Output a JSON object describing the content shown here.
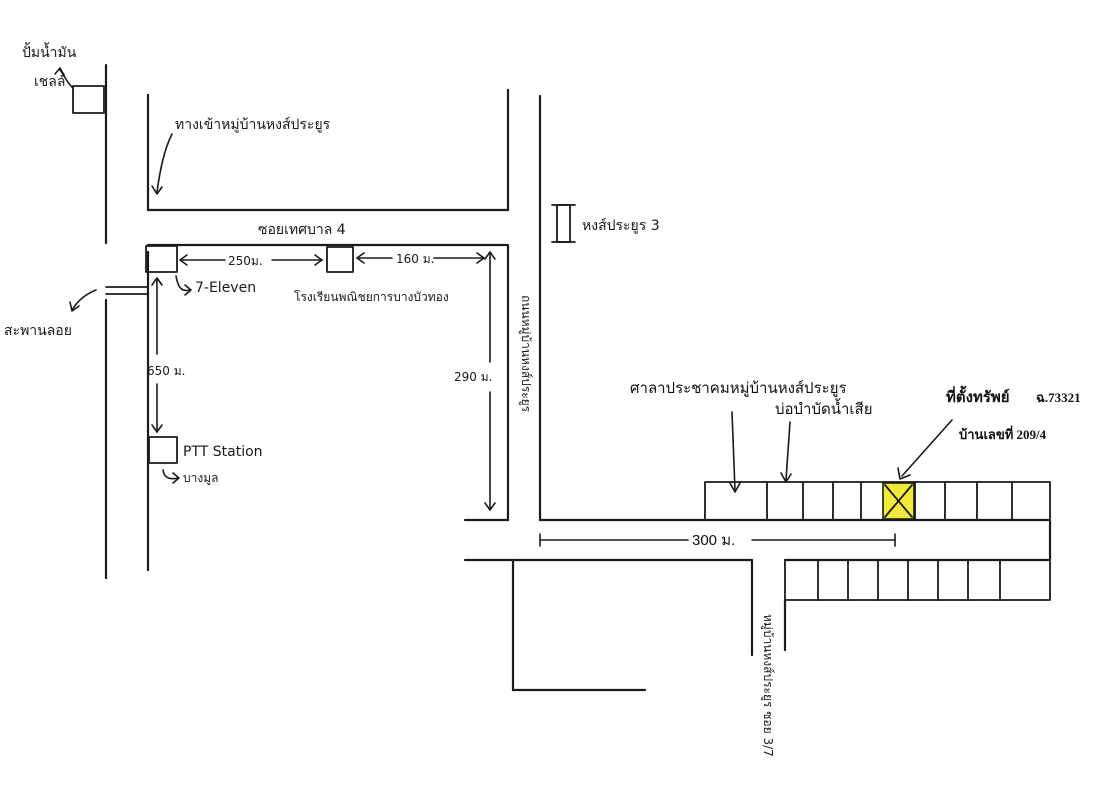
{
  "labels": {
    "gas_station_name": "ปั้มน้ำมัน",
    "gas_station_brand": "เชลล์",
    "village_entrance": "ทางเข้าหมู่บ้านหงส์ประยูร",
    "soi_thesaban": "ซอยเทศบาล 4",
    "hongprayoon3": "หงส์ประยูร 3",
    "seven_eleven": "7-Eleven",
    "school": "โรงเรียนพณิชยการบางบัวทอง",
    "bridge": "สะพานลอย",
    "ptt": "PTT Station",
    "bangmun": "บางมูล",
    "village_road": "ถนนหมู่บ้านหงส์ประยูร",
    "community_hall": "ศาลาประชาคมหมู่บ้านหงส์ประยูร",
    "wastewater": "บ่อบำบัดน้ำเสีย",
    "property_title": "ที่ตั้งทรัพย์",
    "property_code": "ฉ.73321",
    "house_no": "บ้านเลขที่ 209/4",
    "soi_bottom": "หมู่บ้านหงส์ประยูร ซอย 3/7"
  },
  "distances": {
    "d_250": "250ม.",
    "d_160": "160 ม.",
    "d_650": "650 ม.",
    "d_290": "290 ม.",
    "d_300": "300 ม."
  },
  "colors": {
    "ink": "#1a1a1a",
    "property_highlight": "#f2ea3a"
  }
}
